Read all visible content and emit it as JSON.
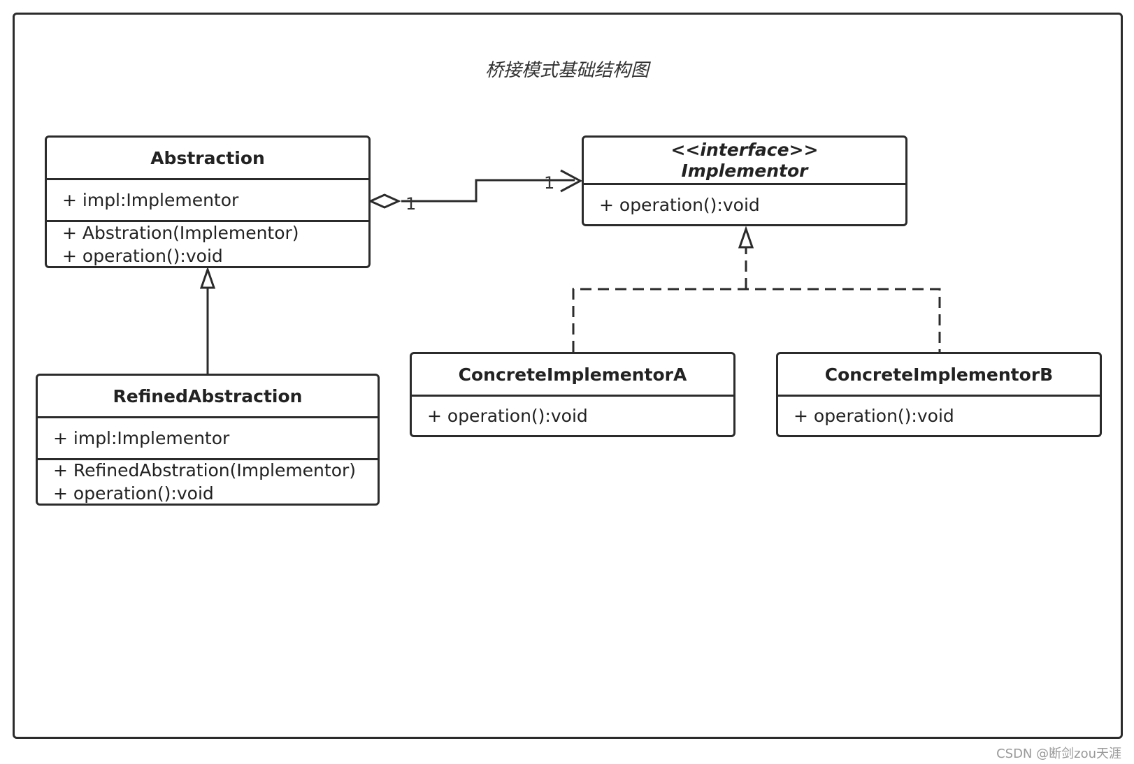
{
  "diagram": {
    "title": "桥接模式基础结构图",
    "classes": {
      "abstraction": {
        "name": "Abstraction",
        "attributes": [
          "+ impl:Implementor"
        ],
        "operations": [
          "+ Abstration(Implementor)",
          "+ operation():void"
        ]
      },
      "implementor": {
        "stereotype": "<<interface>>",
        "name": "Implementor",
        "operations": [
          "+ operation():void"
        ]
      },
      "refined": {
        "name": "RefinedAbstraction",
        "attributes": [
          "+ impl:Implementor"
        ],
        "operations": [
          "+ RefinedAbstration(Implementor)",
          "+ operation():void"
        ]
      },
      "concreteA": {
        "name": "ConcreteImplementorA",
        "operations": [
          "+ operation():void"
        ]
      },
      "concreteB": {
        "name": "ConcreteImplementorB",
        "operations": [
          "+ operation():void"
        ]
      }
    },
    "relations": {
      "aggregation_source_multiplicity": "1",
      "aggregation_target_multiplicity": "1"
    }
  },
  "watermark": "CSDN @断剑zou天涯"
}
